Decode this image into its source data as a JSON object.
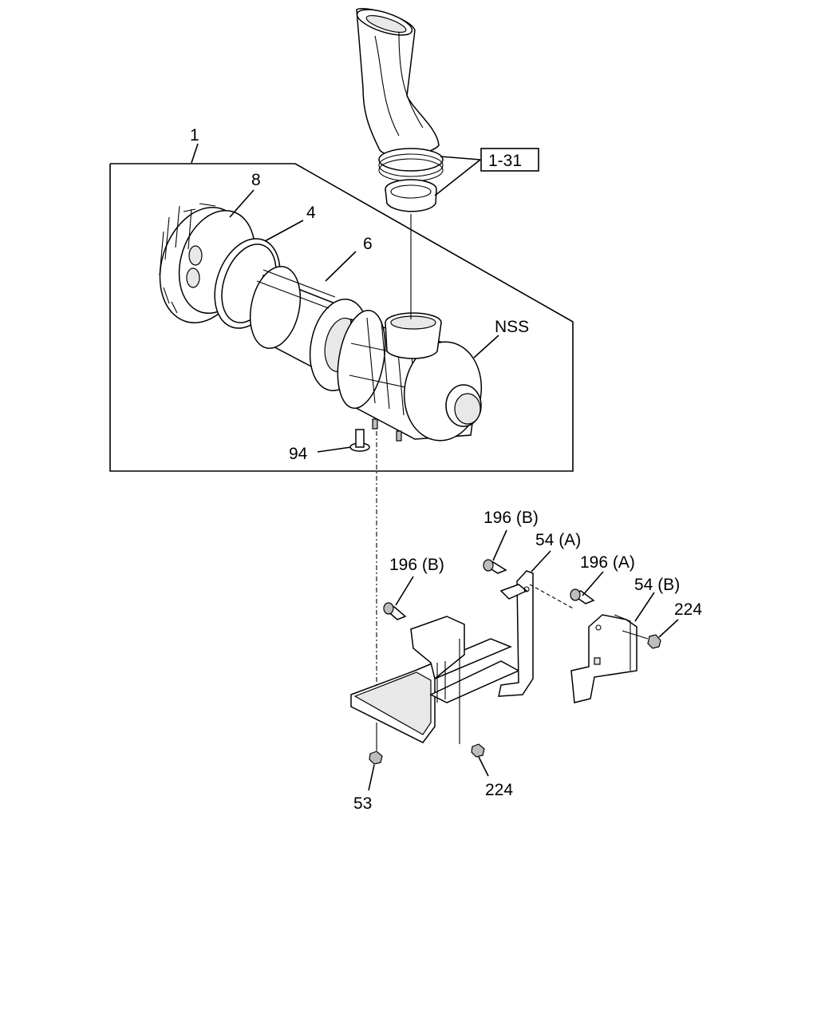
{
  "diagram": {
    "callouts": {
      "assembly": "1",
      "cap": "8",
      "gasket": "4",
      "element": "6",
      "housing": "NSS",
      "hose_ref": "1-31",
      "stud": "94",
      "bolt_top": "196 (B)",
      "bracket_a": "54 (A)",
      "bolt_mid": "196 (B)",
      "bolt_a": "196 (A)",
      "bracket_b": "54 (B)",
      "nut_right": "224",
      "nut_bottom": "224",
      "nut_left": "53"
    }
  }
}
